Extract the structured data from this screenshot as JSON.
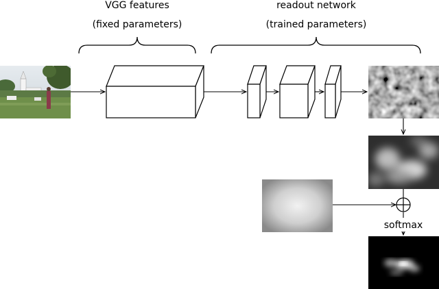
{
  "labels": {
    "vgg_title": "VGG features",
    "vgg_subtitle": "(fixed parameters)",
    "readout_title": "readout network",
    "readout_subtitle": "(trained parameters)",
    "softmax": "softmax"
  },
  "blocks": {
    "input_image": "input-photo",
    "vgg_block": "vgg-feature-block",
    "readout_layers": [
      "readout-layer-1",
      "readout-layer-2",
      "readout-layer-3"
    ],
    "readout_output": "readout-output-map",
    "blurred_map": "blurred-saliency-map",
    "center_bias": "center-bias-map",
    "final_output": "final-saliency-map"
  },
  "icons": {
    "combine": "plus-circle-icon"
  },
  "colors": {
    "stroke": "#000000",
    "background": "#ffffff"
  }
}
